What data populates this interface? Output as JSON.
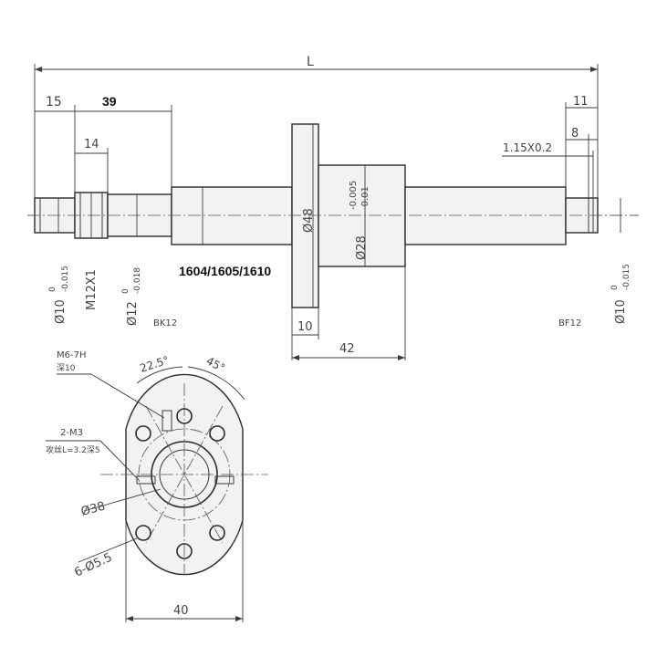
{
  "dims": {
    "L": "L",
    "d15": "15",
    "d39": "39",
    "d14": "14",
    "d11": "11",
    "d8": "8",
    "groove": "1.15X0.2",
    "d10": "10",
    "d42": "42",
    "d40": "40",
    "phi48": "Ø48",
    "phi28": "Ø28",
    "phi28_tol_top": "-0.005",
    "phi28_tol_bot": "-0.01",
    "phi10_left": "Ø10",
    "phi10_left_tol": "0",
    "phi10_left_tol2": "-0.015",
    "m12": "M12X1",
    "phi12": "Ø12",
    "phi12_tol": "0",
    "phi12_tol2": "-0.018",
    "phi10_right": "Ø10",
    "phi10_right_tol": "0",
    "phi10_right_tol2": "-0.015",
    "model": "1604/1605/1610",
    "bk12": "BK12",
    "bf12": "BF12"
  },
  "flange": {
    "m67": "M6-7H",
    "m67_sub": "深10",
    "m3": "2-M3",
    "m3_sub": "攻丝L=3.2深5",
    "phi38": "Ø38",
    "holes": "6-Ø5.5",
    "ang22": "22.5°",
    "ang45": "45°",
    "width40": "40"
  }
}
